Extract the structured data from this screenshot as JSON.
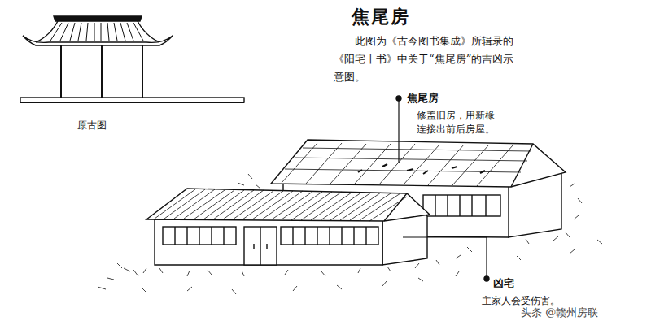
{
  "diagram": {
    "title": "焦尾房",
    "caption": "此图为《古今图书集成》所辑录的《阳宅十书》中关于“焦尾房”的吉凶示意图。",
    "labels": [
      "原古图",
      "焦尾房",
      "修盖旧房，用新椽连接出前后房屋。",
      "凶宅",
      "主家人会受伤害。",
      "头条 @赣州房联"
    ]
  }
}
